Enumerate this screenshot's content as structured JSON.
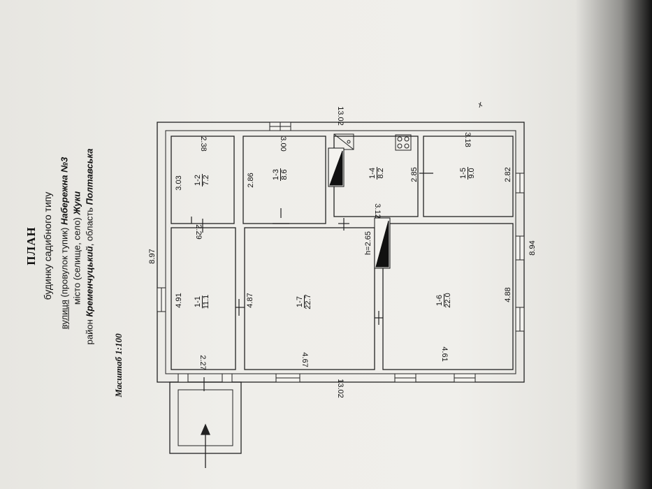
{
  "header": {
    "title": "ПЛАН",
    "subtitle": "будинку садибного типу",
    "street_prefix": "вулиця",
    "street_type": " (провулок тупик) ",
    "street_name": "Набережна №3",
    "city_prefix": "місто (селище, село) ",
    "city_name": "Жуки",
    "district_prefix": "район ",
    "district_name": "Кременчуцький",
    "region_prefix": ", область ",
    "region_name": "Полтавська",
    "scale": "Масштаб 1:100"
  },
  "dimensions": {
    "overall_top": "13.02",
    "overall_bottom": "13.02",
    "overall_left": "8.97",
    "overall_right": "8.94",
    "ceiling_height": "h=2.65"
  },
  "rooms": [
    {
      "id": "1-2",
      "area": "7.2",
      "width": "2.38",
      "depth": "3.03"
    },
    {
      "id": "1-3",
      "area": "8.6",
      "width": "3.00",
      "depth": "2.86"
    },
    {
      "id": "1-4",
      "area": "8.2",
      "width": "",
      "depth": "2.85"
    },
    {
      "id": "1-5",
      "area": "9.0",
      "width": "3.18",
      "depth": "2.82"
    },
    {
      "id": "1-1",
      "area": "11.1",
      "width": "2.27",
      "depth": "4.91"
    },
    {
      "id": "1-7",
      "area": "22.7",
      "width": "4.67",
      "depth": "4.87"
    },
    {
      "id": "1-6",
      "area": "22.0",
      "width": "4.61",
      "depth": "4.88"
    }
  ],
  "extra_dims": {
    "d1": "2.29",
    "d2": "3.12"
  }
}
